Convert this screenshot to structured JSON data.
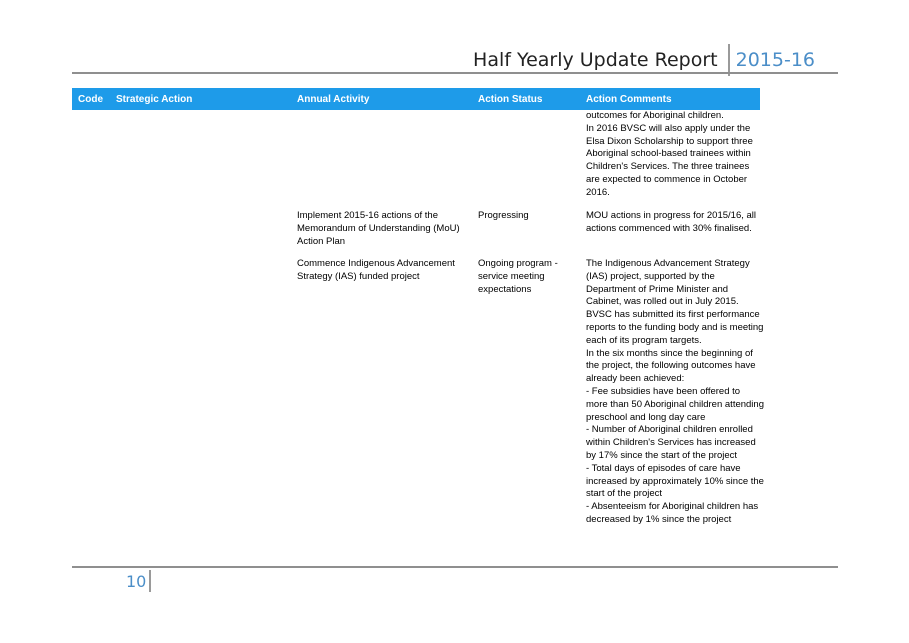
{
  "header": {
    "title": "Half Yearly Update Report",
    "year": "2015-16"
  },
  "table": {
    "columns": [
      "Code",
      "Strategic Action",
      "Annual Activity",
      "Action Status",
      "Action Comments"
    ],
    "rows": [
      {
        "activity": "",
        "status": "",
        "comment": "outcomes for Aboriginal children.\nIn 2016 BVSC will also apply under the Elsa Dixon Scholarship to support three Aboriginal school-based trainees within Children's Services. The three trainees are expected to commence in October 2016."
      },
      {
        "activity": "Implement 2015-16 actions of the Memorandum of Understanding (MoU) Action Plan",
        "status": "Progressing",
        "comment": "MOU actions in progress for 2015/16, all actions commenced with 30% finalised."
      },
      {
        "activity": "Commence Indigenous Advancement Strategy (IAS) funded project",
        "status": "Ongoing program - service meeting expectations",
        "comment": "The Indigenous Advancement Strategy (IAS) project, supported by the Department of Prime Minister and Cabinet, was rolled out in July 2015. BVSC has submitted its first performance reports to the funding body and is meeting each of its program targets.\nIn the six months since the beginning of the project, the following outcomes have already been achieved:\n- Fee subsidies have been offered to more than 50 Aboriginal children attending preschool and long day care\n- Number of Aboriginal children enrolled within Children's Services has increased by 17% since the start of the project\n- Total days of episodes of care have increased by approximately 10% since the start of the project\n- Absenteeism for Aboriginal children has decreased by 1% since the project"
      }
    ]
  },
  "footer": {
    "page_number": "10"
  }
}
